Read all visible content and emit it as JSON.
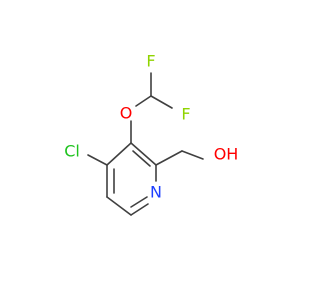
{
  "molecule": {
    "atoms": {
      "fluorine_top": {
        "label": "F",
        "color": "#8fd400"
      },
      "fluorine_right": {
        "label": "F",
        "color": "#8fd400"
      },
      "oxygen_ether": {
        "label": "O",
        "color": "#ff0000"
      },
      "chlorine": {
        "label": "Cl",
        "color": "#1fc31f"
      },
      "nitrogen": {
        "label": "N",
        "color": "#1d3fff"
      },
      "hydroxyl": {
        "label": "OH",
        "color": "#ff0000"
      }
    },
    "bond_color": "#404040"
  }
}
